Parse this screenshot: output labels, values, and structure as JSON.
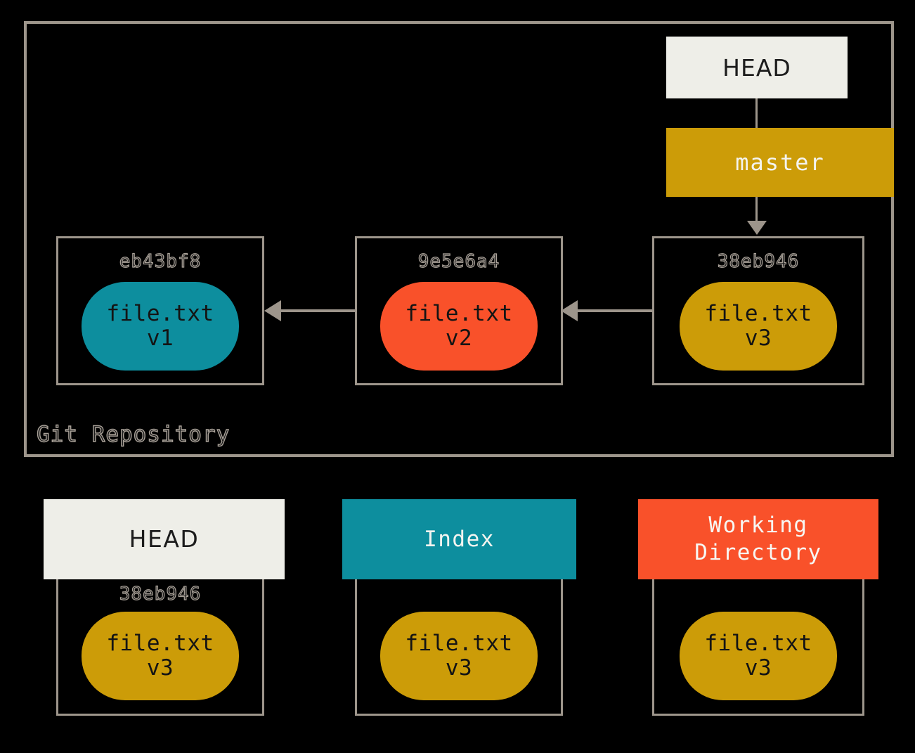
{
  "repository": {
    "label": "Git Repository",
    "frame_color": "#9d958b",
    "background": "#000000"
  },
  "head_pointer": {
    "label": "HEAD",
    "box_color": "#eeeee8",
    "text_color": "#1c1c1c"
  },
  "branch": {
    "label": "master",
    "box_color": "#cc9c08",
    "text_color": "#f4f4f0"
  },
  "commits": [
    {
      "hash": "eb43bf8",
      "file_name": "file.txt",
      "version": "v1",
      "blob_color": "#0d8e9e"
    },
    {
      "hash": "9e5e6a4",
      "file_name": "file.txt",
      "version": "v2",
      "blob_color": "#f9512a"
    },
    {
      "hash": "38eb946",
      "file_name": "file.txt",
      "version": "v3",
      "blob_color": "#cc9c08"
    }
  ],
  "areas": [
    {
      "title_line1": "HEAD",
      "title_line2": "",
      "header_color": "#eeeee8",
      "header_text_color": "#1c1c1c",
      "hash": "38eb946",
      "file_name": "file.txt",
      "version": "v3",
      "blob_color": "#cc9c08"
    },
    {
      "title_line1": "Index",
      "title_line2": "",
      "header_color": "#0d8e9e",
      "header_text_color": "#f4f4f0",
      "hash": "",
      "file_name": "file.txt",
      "version": "v3",
      "blob_color": "#cc9c08"
    },
    {
      "title_line1": "Working",
      "title_line2": "Directory",
      "header_color": "#f9512a",
      "header_text_color": "#f7f7f3",
      "hash": "",
      "file_name": "file.txt",
      "version": "v3",
      "blob_color": "#cc9c08"
    }
  ],
  "connectors": {
    "arrow_color": "#9d958b",
    "head_to_master": "vertical-line",
    "master_to_commit3": "vertical-arrow-down",
    "commit3_to_commit2": "horizontal-arrow-left",
    "commit2_to_commit1": "horizontal-arrow-left"
  }
}
